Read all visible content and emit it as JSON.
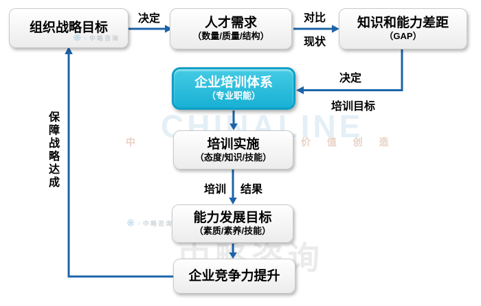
{
  "colors": {
    "arrow": "#1c63a8",
    "box_border": "#c9c9c9",
    "highlight_top": "#45cbe4",
    "highlight_bottom": "#18b0d4",
    "highlight_border": "#0d9fc6"
  },
  "nodes": {
    "org_goal": {
      "title": "组织战略目标"
    },
    "talent_demand": {
      "title": "人才需求",
      "subtitle": "（数量/质量/结构）"
    },
    "gap": {
      "title": "知识和能力差距",
      "subtitle": "（GAP）"
    },
    "training_system": {
      "title": "企业培训体系",
      "subtitle": "（专业职能）"
    },
    "training_impl": {
      "title": "培训实施",
      "subtitle": "（态度/知识/技能）"
    },
    "ability_goal": {
      "title": "能力发展目标",
      "subtitle": "（素质/素养/技能）"
    },
    "competitiveness": {
      "title": "企业竞争力提升"
    }
  },
  "edge_labels": {
    "decide_1": "决定",
    "compare": "对比",
    "current_state": "现状",
    "decide_2": "决定",
    "training_goal": "培训目标",
    "training": "培训",
    "result": "结果",
    "ensure_strategy": "保障战略达成"
  },
  "watermarks": {
    "brand": "CHINALINE",
    "slogan_left": "中",
    "slogan_right": "价 值 创 造",
    "company_large": "中略咨询",
    "company_small": "中略咨询"
  }
}
